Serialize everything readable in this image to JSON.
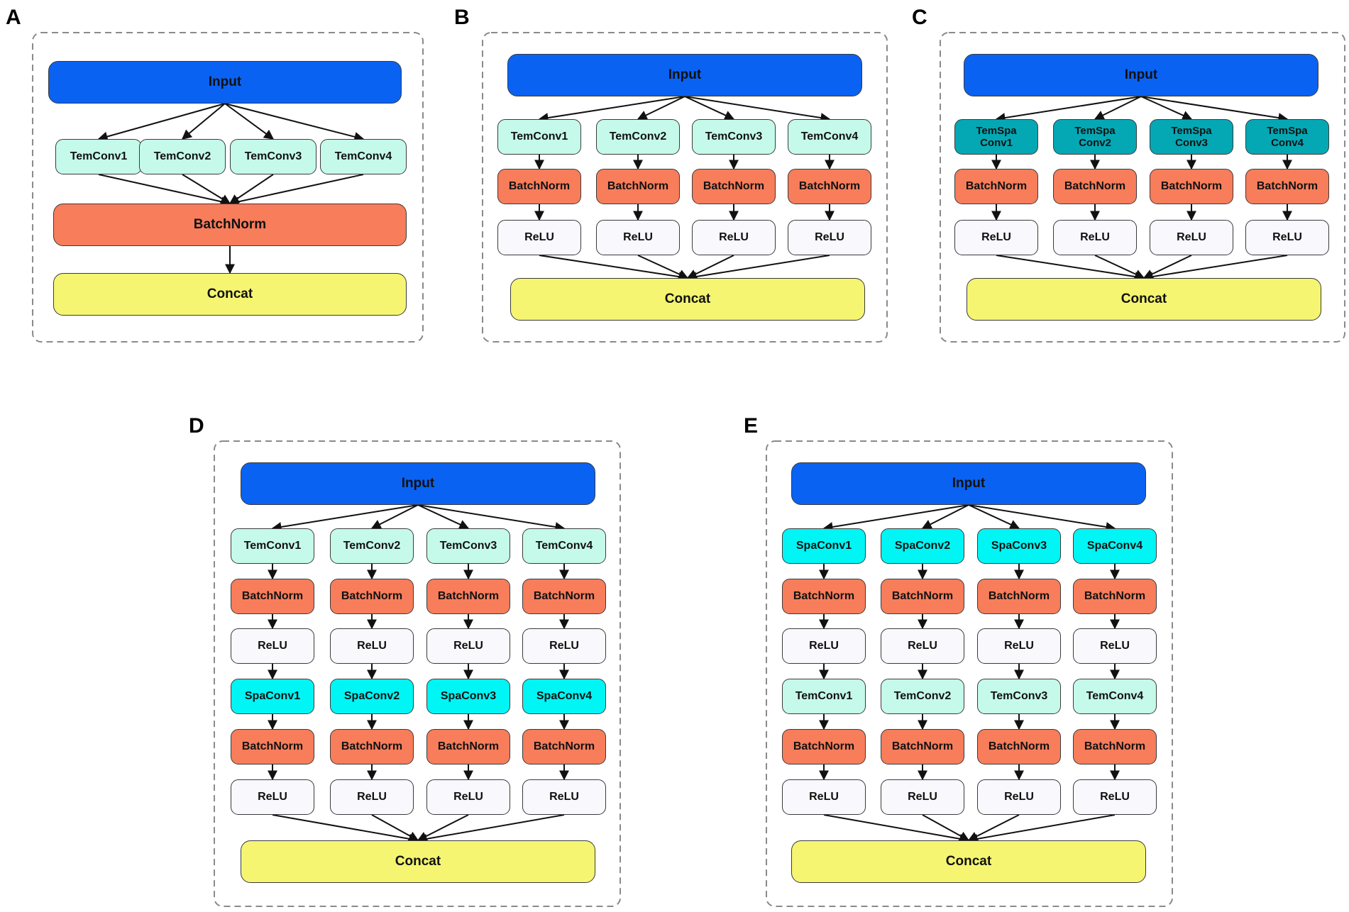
{
  "panels": [
    {
      "id": "A",
      "label": "A",
      "input": "Input",
      "rows": [
        {
          "type": "tem",
          "labels": [
            "TemConv1",
            "TemConv2",
            "TemConv3",
            "TemConv4"
          ]
        }
      ],
      "merged_batchnorm": "BatchNorm",
      "output": "Concat"
    },
    {
      "id": "B",
      "label": "B",
      "input": "Input",
      "rows": [
        {
          "type": "tem",
          "labels": [
            "TemConv1",
            "TemConv2",
            "TemConv3",
            "TemConv4"
          ]
        },
        {
          "type": "bn",
          "labels": [
            "BatchNorm",
            "BatchNorm",
            "BatchNorm",
            "BatchNorm"
          ]
        },
        {
          "type": "relu",
          "labels": [
            "ReLU",
            "ReLU",
            "ReLU",
            "ReLU"
          ]
        }
      ],
      "output": "Concat"
    },
    {
      "id": "C",
      "label": "C",
      "input": "Input",
      "rows": [
        {
          "type": "tsp",
          "labels": [
            "TemSpa\nConv1",
            "TemSpa\nConv2",
            "TemSpa\nConv3",
            "TemSpa\nConv4"
          ]
        },
        {
          "type": "bn",
          "labels": [
            "BatchNorm",
            "BatchNorm",
            "BatchNorm",
            "BatchNorm"
          ]
        },
        {
          "type": "relu",
          "labels": [
            "ReLU",
            "ReLU",
            "ReLU",
            "ReLU"
          ]
        }
      ],
      "output": "Concat"
    },
    {
      "id": "D",
      "label": "D",
      "input": "Input",
      "rows": [
        {
          "type": "tem",
          "labels": [
            "TemConv1",
            "TemConv2",
            "TemConv3",
            "TemConv4"
          ]
        },
        {
          "type": "bn",
          "labels": [
            "BatchNorm",
            "BatchNorm",
            "BatchNorm",
            "BatchNorm"
          ]
        },
        {
          "type": "relu",
          "labels": [
            "ReLU",
            "ReLU",
            "ReLU",
            "ReLU"
          ]
        },
        {
          "type": "spa",
          "labels": [
            "SpaConv1",
            "SpaConv2",
            "SpaConv3",
            "SpaConv4"
          ]
        },
        {
          "type": "bn",
          "labels": [
            "BatchNorm",
            "BatchNorm",
            "BatchNorm",
            "BatchNorm"
          ]
        },
        {
          "type": "relu",
          "labels": [
            "ReLU",
            "ReLU",
            "ReLU",
            "ReLU"
          ]
        }
      ],
      "output": "Concat"
    },
    {
      "id": "E",
      "label": "E",
      "input": "Input",
      "rows": [
        {
          "type": "spa",
          "labels": [
            "SpaConv1",
            "SpaConv2",
            "SpaConv3",
            "SpaConv4"
          ]
        },
        {
          "type": "bn",
          "labels": [
            "BatchNorm",
            "BatchNorm",
            "BatchNorm",
            "BatchNorm"
          ]
        },
        {
          "type": "relu",
          "labels": [
            "ReLU",
            "ReLU",
            "ReLU",
            "ReLU"
          ]
        },
        {
          "type": "tem",
          "labels": [
            "TemConv1",
            "TemConv2",
            "TemConv3",
            "TemConv4"
          ]
        },
        {
          "type": "bn",
          "labels": [
            "BatchNorm",
            "BatchNorm",
            "BatchNorm",
            "BatchNorm"
          ]
        },
        {
          "type": "relu",
          "labels": [
            "ReLU",
            "ReLU",
            "ReLU",
            "ReLU"
          ]
        }
      ],
      "output": "Concat"
    }
  ],
  "colors": {
    "input": "#0a62f2",
    "batchnorm": "#f77d5b",
    "temconv": "#c5faea",
    "relu": "#f8f8fd",
    "concat": "#f5f572",
    "spaconv": "#00f5f5",
    "temspaconv": "#04a8b4",
    "frame": "#8a8a8a"
  }
}
